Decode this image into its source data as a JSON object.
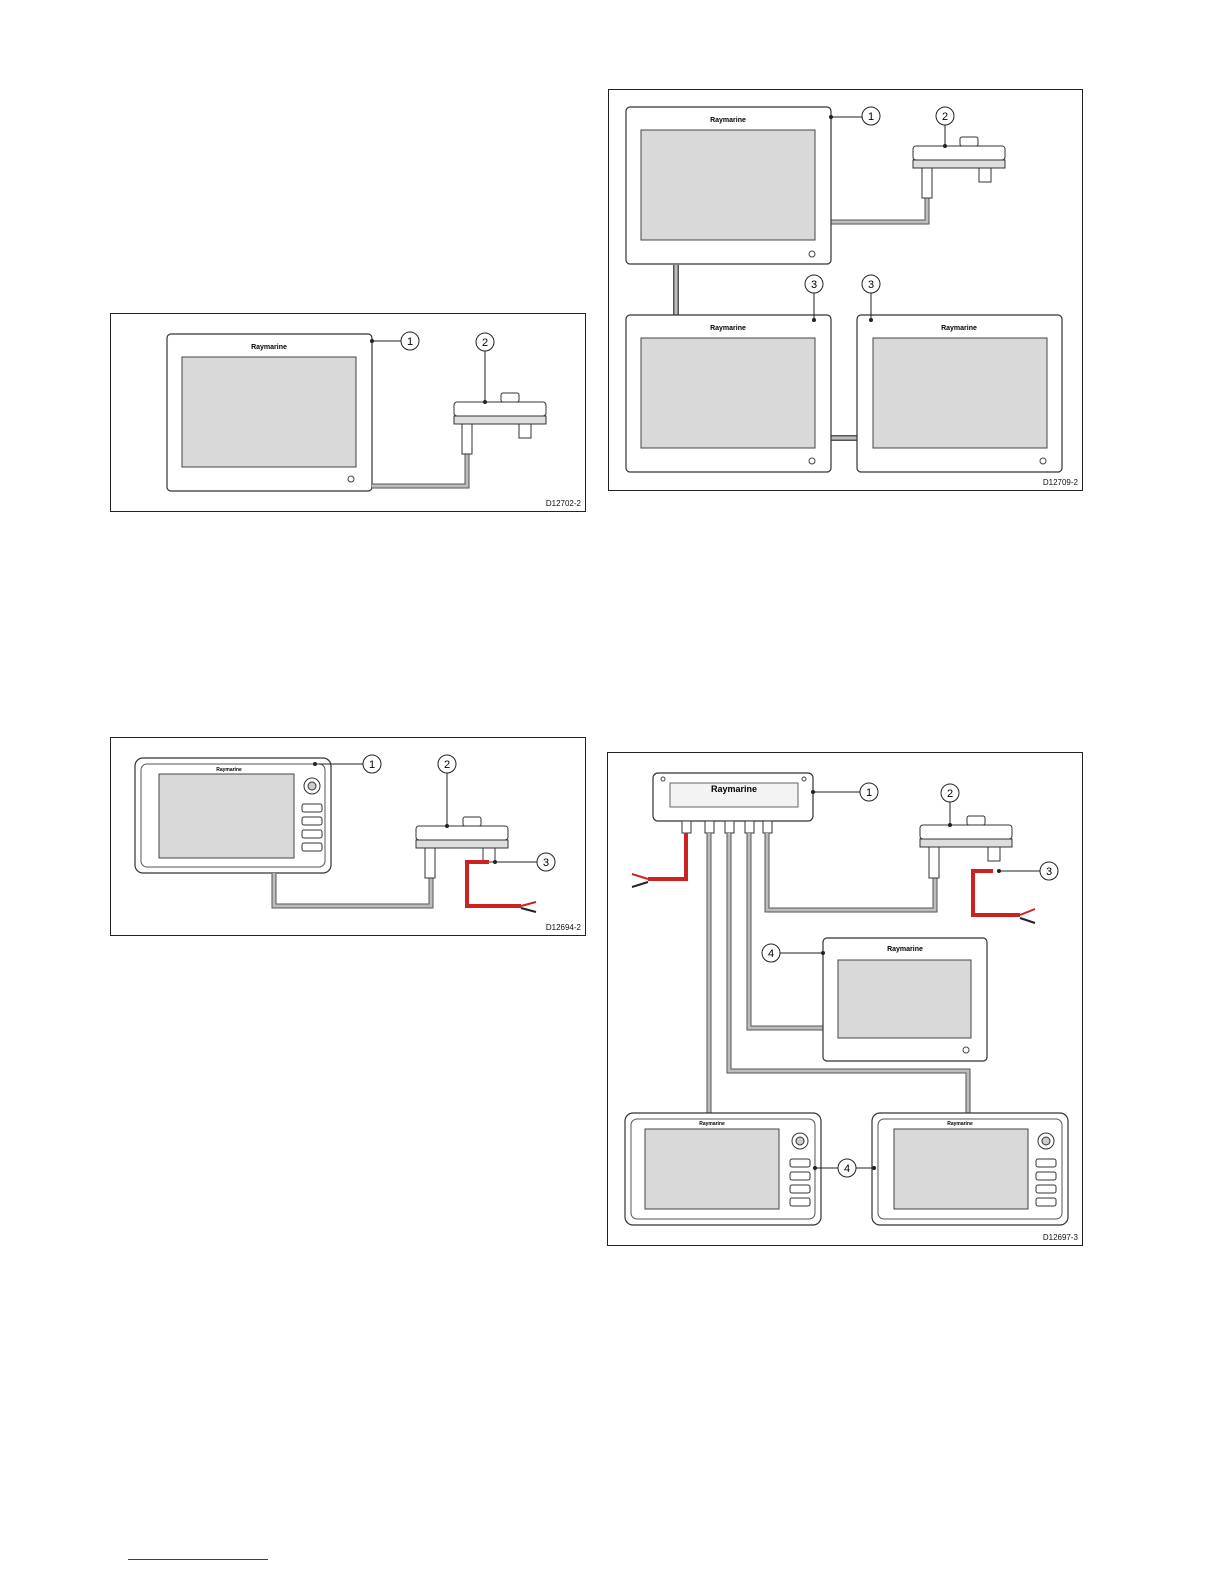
{
  "brand": "Raymarine",
  "colors": {
    "screen": "#d9d9d9",
    "cable_dark": "#555555",
    "cable_fill": "#bdbdbd",
    "power_red": "#cc2222",
    "outline": "#333333"
  },
  "figures": [
    {
      "id": "D12702-2",
      "callouts": [
        "1",
        "2"
      ]
    },
    {
      "id": "D12709-2",
      "callouts": [
        "1",
        "2",
        "3",
        "3"
      ]
    },
    {
      "id": "D12694-2",
      "callouts": [
        "1",
        "2",
        "3"
      ]
    },
    {
      "id": "D12697-3",
      "callouts": [
        "1",
        "2",
        "3",
        "4",
        "4"
      ]
    }
  ]
}
